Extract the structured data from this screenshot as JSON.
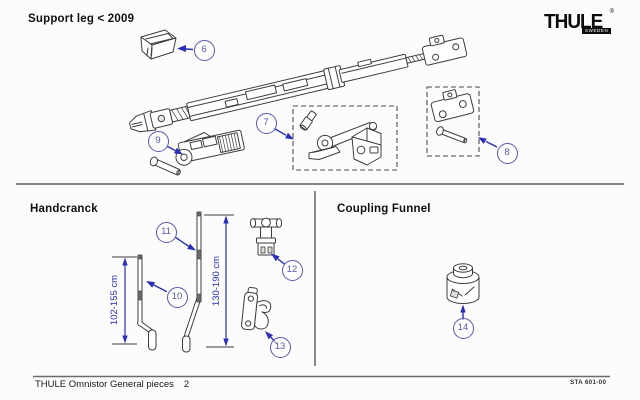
{
  "titles": {
    "support_leg": "Support leg < 2009",
    "handcrank": "Handcranck",
    "coupling_funnel": "Coupling Funnel"
  },
  "brand": {
    "name": "THULE",
    "registered": "®",
    "sub_label": "sweden"
  },
  "callouts": [
    {
      "label": "6"
    },
    {
      "label": "7"
    },
    {
      "label": "8"
    },
    {
      "label": "9"
    },
    {
      "label": "10"
    },
    {
      "label": "11"
    },
    {
      "label": "12"
    },
    {
      "label": "13"
    },
    {
      "label": "14"
    }
  ],
  "dimensions": {
    "crank_short": "102-155 cm",
    "crank_long": "130-190 cm"
  },
  "footer": {
    "document_title": "THULE Omnistor General pieces",
    "page_number": "2",
    "doc_code": "STA 601-00"
  },
  "colors": {
    "callout_blue": "#5558ab",
    "arrow_blue": "#2b2fb5",
    "line_art": "#3d3d3d"
  }
}
